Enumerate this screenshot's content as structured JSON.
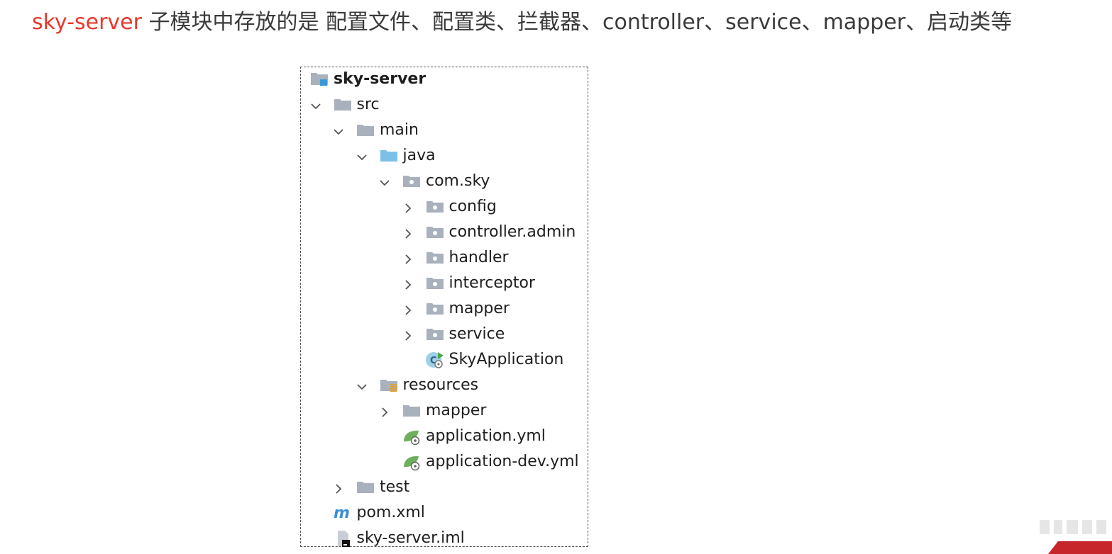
{
  "heading": {
    "accent": "sky-server",
    "rest": " 子模块中存放的是 配置文件、配置类、拦截器、controller、service、mapper、启动类等"
  },
  "tree": [
    {
      "label": "sky-server",
      "depth": 0,
      "icon": "module-folder-icon",
      "chevron": "none",
      "bold": true
    },
    {
      "label": "src",
      "depth": 1,
      "icon": "folder-icon",
      "chevron": "expanded"
    },
    {
      "label": "main",
      "depth": 2,
      "icon": "folder-icon",
      "chevron": "expanded"
    },
    {
      "label": "java",
      "depth": 3,
      "icon": "source-folder-icon",
      "chevron": "expanded"
    },
    {
      "label": "com.sky",
      "depth": 4,
      "icon": "package-icon",
      "chevron": "expanded"
    },
    {
      "label": "config",
      "depth": 5,
      "icon": "package-icon",
      "chevron": "collapsed"
    },
    {
      "label": "controller.admin",
      "depth": 5,
      "icon": "package-icon",
      "chevron": "collapsed"
    },
    {
      "label": "handler",
      "depth": 5,
      "icon": "package-icon",
      "chevron": "collapsed"
    },
    {
      "label": "interceptor",
      "depth": 5,
      "icon": "package-icon",
      "chevron": "collapsed"
    },
    {
      "label": "mapper",
      "depth": 5,
      "icon": "package-icon",
      "chevron": "collapsed"
    },
    {
      "label": "service",
      "depth": 5,
      "icon": "package-icon",
      "chevron": "collapsed"
    },
    {
      "label": "SkyApplication",
      "depth": 5,
      "icon": "spring-class-icon",
      "chevron": "none"
    },
    {
      "label": "resources",
      "depth": 3,
      "icon": "resources-folder-icon",
      "chevron": "expanded"
    },
    {
      "label": "mapper",
      "depth": 4,
      "icon": "folder-icon",
      "chevron": "collapsed"
    },
    {
      "label": "application.yml",
      "depth": 4,
      "icon": "spring-config-icon",
      "chevron": "none"
    },
    {
      "label": "application-dev.yml",
      "depth": 4,
      "icon": "spring-config-icon",
      "chevron": "none"
    },
    {
      "label": "test",
      "depth": 2,
      "icon": "folder-icon",
      "chevron": "collapsed"
    },
    {
      "label": "pom.xml",
      "depth": 1,
      "icon": "maven-icon",
      "chevron": "none"
    },
    {
      "label": "sky-server.iml",
      "depth": 1,
      "icon": "iml-file-icon",
      "chevron": "none"
    }
  ],
  "colors": {
    "accent": "#e8382b",
    "folder": "#a9b1bc",
    "source_folder": "#7ac0e8",
    "spring_green": "#6fae5c",
    "maven": "#3c8fd6",
    "corner_red": "#c7262b"
  }
}
